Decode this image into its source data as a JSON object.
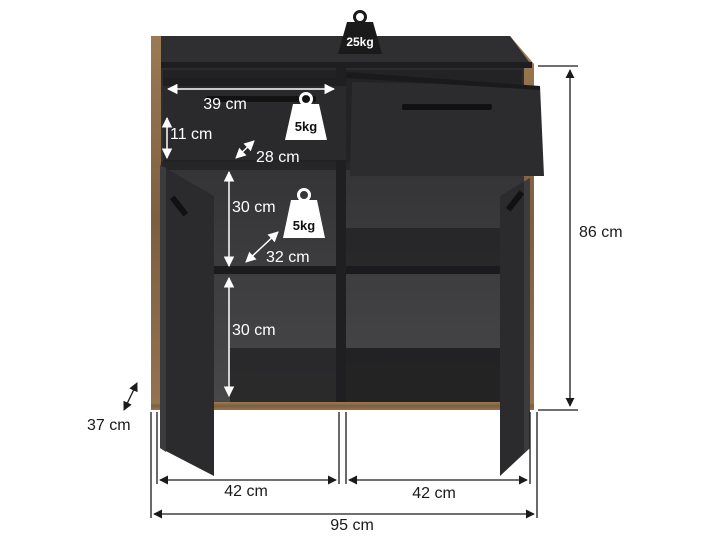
{
  "weights": {
    "top": "25kg",
    "drawer": "5kg",
    "shelf": "5kg"
  },
  "dimensions": {
    "drawer_width": "39 cm",
    "drawer_height": "11 cm",
    "drawer_depth": "28 cm",
    "shelf_upper_height": "30 cm",
    "shelf_depth": "32 cm",
    "shelf_lower_height": "30 cm",
    "total_height": "86 cm",
    "total_depth": "37 cm",
    "left_compartment_width": "42 cm",
    "right_compartment_width": "42 cm",
    "total_width": "95 cm"
  },
  "colors": {
    "body": "#2b2b2d",
    "body_dark": "#1c1c1e",
    "interior": "#3a3a3c",
    "oak": "#8a6a48",
    "line": "#1a1a1a"
  }
}
